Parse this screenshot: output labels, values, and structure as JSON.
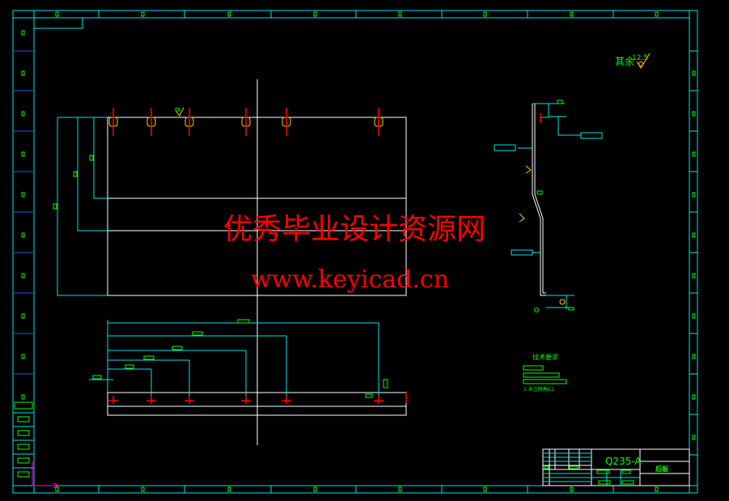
{
  "drawing": {
    "roughness_note": "其余",
    "roughness_value": "12.5",
    "tech_requirements_title": "技术要求",
    "tech_requirements_note": "1.未注倒角C1",
    "material": "Q235-A",
    "part_name": "后板"
  },
  "watermark": {
    "title": "优秀毕业设计资源网",
    "url": "www.keyicad.cn"
  },
  "colors": {
    "background": "#000000",
    "frame": "#00e5ee",
    "geometry": "#ffffff",
    "text": "#00ff00",
    "centerline": "#ff0000"
  }
}
